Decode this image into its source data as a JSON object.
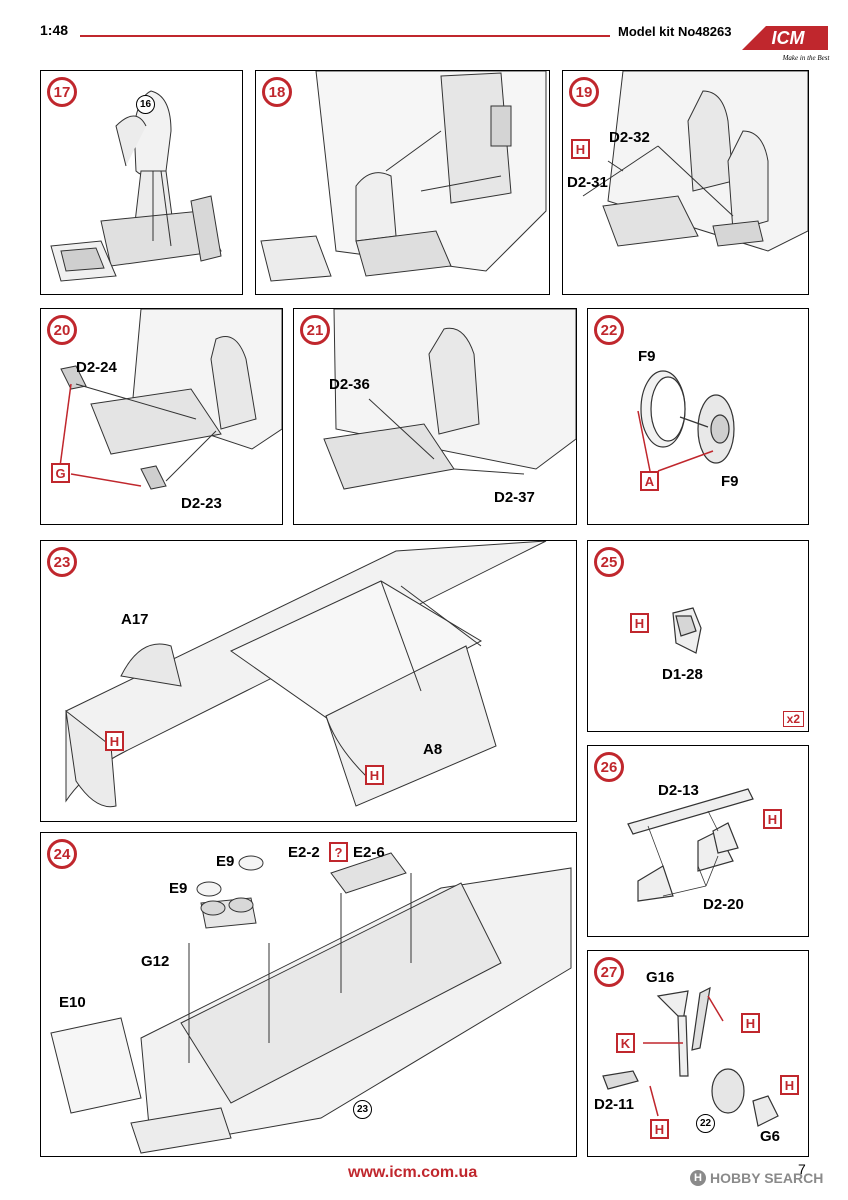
{
  "header": {
    "scale": "1:48",
    "kit": "Model kit No48263",
    "brand_accent": "#c0272d"
  },
  "logo": {
    "brand": "ICM",
    "tagline": "Make in the Best"
  },
  "footer": {
    "url": "www.icm.com.ua",
    "page": "7"
  },
  "watermark": {
    "text": "HOBBY SEARCH",
    "icon": "H"
  },
  "steps": {
    "s17": {
      "num": "17",
      "ref": "16"
    },
    "s18": {
      "num": "18"
    },
    "s19": {
      "num": "19",
      "p1": "D2-32",
      "p2": "D2-31",
      "paint": "H"
    },
    "s20": {
      "num": "20",
      "p1": "D2-24",
      "p2": "D2-23",
      "paint": "G"
    },
    "s21": {
      "num": "21",
      "p1": "D2-36",
      "p2": "D2-37"
    },
    "s22": {
      "num": "22",
      "p1": "F9",
      "p2": "F9",
      "paint": "A"
    },
    "s23": {
      "num": "23",
      "p1": "A17",
      "p2": "A8",
      "paint1": "H",
      "paint2": "H"
    },
    "s24": {
      "num": "24",
      "p1": "E9",
      "p2": "E9",
      "p3": "G12",
      "p4": "E10",
      "p5": "E2-2",
      "p6": "E2-6",
      "q": "?",
      "ref": "23"
    },
    "s25": {
      "num": "25",
      "p1": "D1-28",
      "paint": "H",
      "mult": "x2"
    },
    "s26": {
      "num": "26",
      "p1": "D2-13",
      "p2": "D2-20",
      "paint": "H"
    },
    "s27": {
      "num": "27",
      "p1": "G16",
      "p2": "D2-11",
      "p3": "G6",
      "paint1": "H",
      "paint2": "K",
      "paint3": "H",
      "paint4": "H",
      "ref": "22"
    }
  }
}
